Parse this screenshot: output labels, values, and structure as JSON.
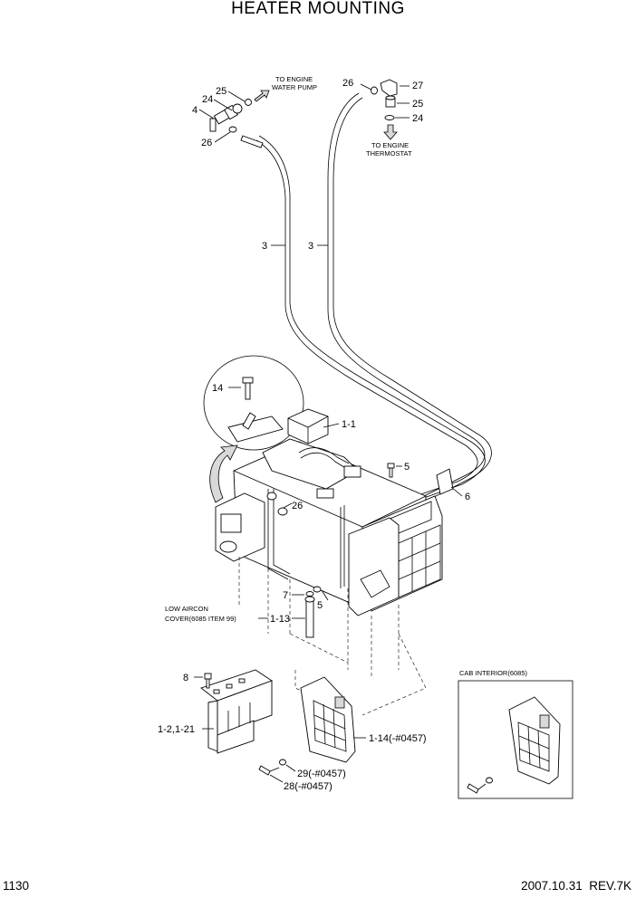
{
  "title": "HEATER MOUNTING",
  "page_number": "1130",
  "revision": "2007.10.31  REV.7K",
  "notes": {
    "to_pump_1": "TO ENGINE",
    "to_pump_2": "WATER PUMP",
    "to_thermo_1": "TO ENGINE",
    "to_thermo_2": "THERMOSTAT",
    "low_aircon_1": "LOW AIRCON",
    "low_aircon_2": "COVER(6085 ITEM 99)",
    "cab_interior": "CAB INTERIOR(6085)"
  },
  "callouts": {
    "c4": "4",
    "c24a": "24",
    "c25a": "25",
    "c26a": "26",
    "c26b": "26",
    "c27": "27",
    "c25b": "25",
    "c24b": "24",
    "c3a": "3",
    "c3b": "3",
    "c14": "14",
    "c1_1": "1-1",
    "c5a": "5",
    "c6": "6",
    "c26c": "26",
    "c7": "7",
    "c5b": "5",
    "c1_13": "1-13",
    "c8": "8",
    "c1_2": "1-2,1-21",
    "c1_14": "1-14(-#0457)",
    "c29": "29(-#0457)",
    "c28": "28(-#0457)"
  }
}
